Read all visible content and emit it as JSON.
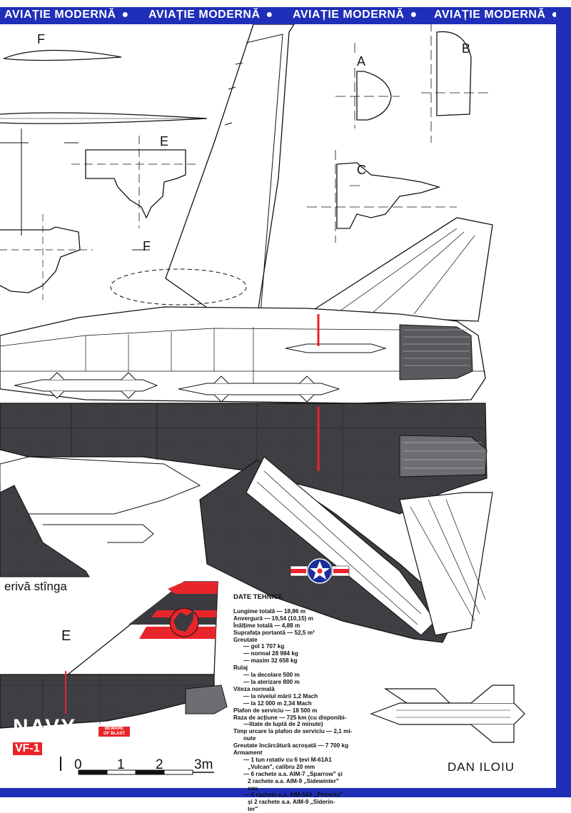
{
  "header": {
    "title": "AVIAȚIE MODERNĂ",
    "bullet": "●"
  },
  "view_labels": {
    "a": "A",
    "b": "B",
    "c": "C",
    "e_top": "E",
    "e_bottom": "E",
    "f_top": "F",
    "f_mid": "F"
  },
  "caption_fin": "erivă stînga",
  "tail_markings": {
    "navy": "NAVY",
    "squadron": "VF-1",
    "slogan_line1": "BEWARE",
    "slogan_line2": "OF BLAST"
  },
  "specs": {
    "title": "DATE TEHNICE",
    "lines": [
      {
        "text": "Lungime totală — 18,86 m",
        "indent": 0
      },
      {
        "text": "Anvergură — 19,54 (10,15) m",
        "indent": 0
      },
      {
        "text": "Înălțime totală — 4,88 m",
        "indent": 0
      },
      {
        "text": "Suprafața portantă — 52,5 m²",
        "indent": 0
      },
      {
        "text": "Greutate",
        "indent": 0
      },
      {
        "text": "— gol 1 707 kg",
        "indent": 1
      },
      {
        "text": "— normal 28 984 kg",
        "indent": 1
      },
      {
        "text": "— maxim 32 658 kg",
        "indent": 1
      },
      {
        "text": "Rulaj",
        "indent": 0
      },
      {
        "text": "— la decolare 500 m",
        "indent": 1
      },
      {
        "text": "— la aterizare 800 m",
        "indent": 1
      },
      {
        "text": "Viteza normală",
        "indent": 0
      },
      {
        "text": "— la nivelul mării 1,2 Mach",
        "indent": 1
      },
      {
        "text": "— la 12 000 m 2,34 Mach",
        "indent": 1
      },
      {
        "text": "Plafon de serviciu — 18 500 m",
        "indent": 0
      },
      {
        "text": "Raza de acțiune — 725 km (cu disponibi-",
        "indent": 0
      },
      {
        "text": "—litate de luptă de 2 minute)",
        "indent": 1
      },
      {
        "text": "Timp urcare la plafon de serviciu — 2,1 mi-",
        "indent": 0
      },
      {
        "text": "nute",
        "indent": 1
      },
      {
        "text": "Greutate încărcătură acroșată — 7 700 kg",
        "indent": 0
      },
      {
        "text": "Armament",
        "indent": 0
      },
      {
        "text": "— 1 tun rotativ cu 6 țevi M-61A1",
        "indent": 1
      },
      {
        "text": "„Vulcan\", calibru 20 mm",
        "indent": 2
      },
      {
        "text": "— 6 rachete a.a. AIM-7 „Sparrow\" și",
        "indent": 1
      },
      {
        "text": "2 rachete a.a. AIM-9 „Sidewinter\"",
        "indent": 2
      },
      {
        "text": "sau",
        "indent": 2
      },
      {
        "text": "— 6 rachete a.a. AIM-54A „Phoenix\"",
        "indent": 1
      },
      {
        "text": "și 2 rachete a.a. AIM-9 „Siderin-",
        "indent": 2
      },
      {
        "text": "ter\"",
        "indent": 2
      }
    ]
  },
  "scale": {
    "ticks": [
      "0",
      "1",
      "2",
      "3m"
    ]
  },
  "author": "DAN ILOIU",
  "colors": {
    "border_blue": "#1f2fb8",
    "navy_gray": "#3b3b3f",
    "mid_gray": "#6e6e72",
    "tail_red": "#e8252b",
    "roundel_blue": "#1a2f9c"
  }
}
